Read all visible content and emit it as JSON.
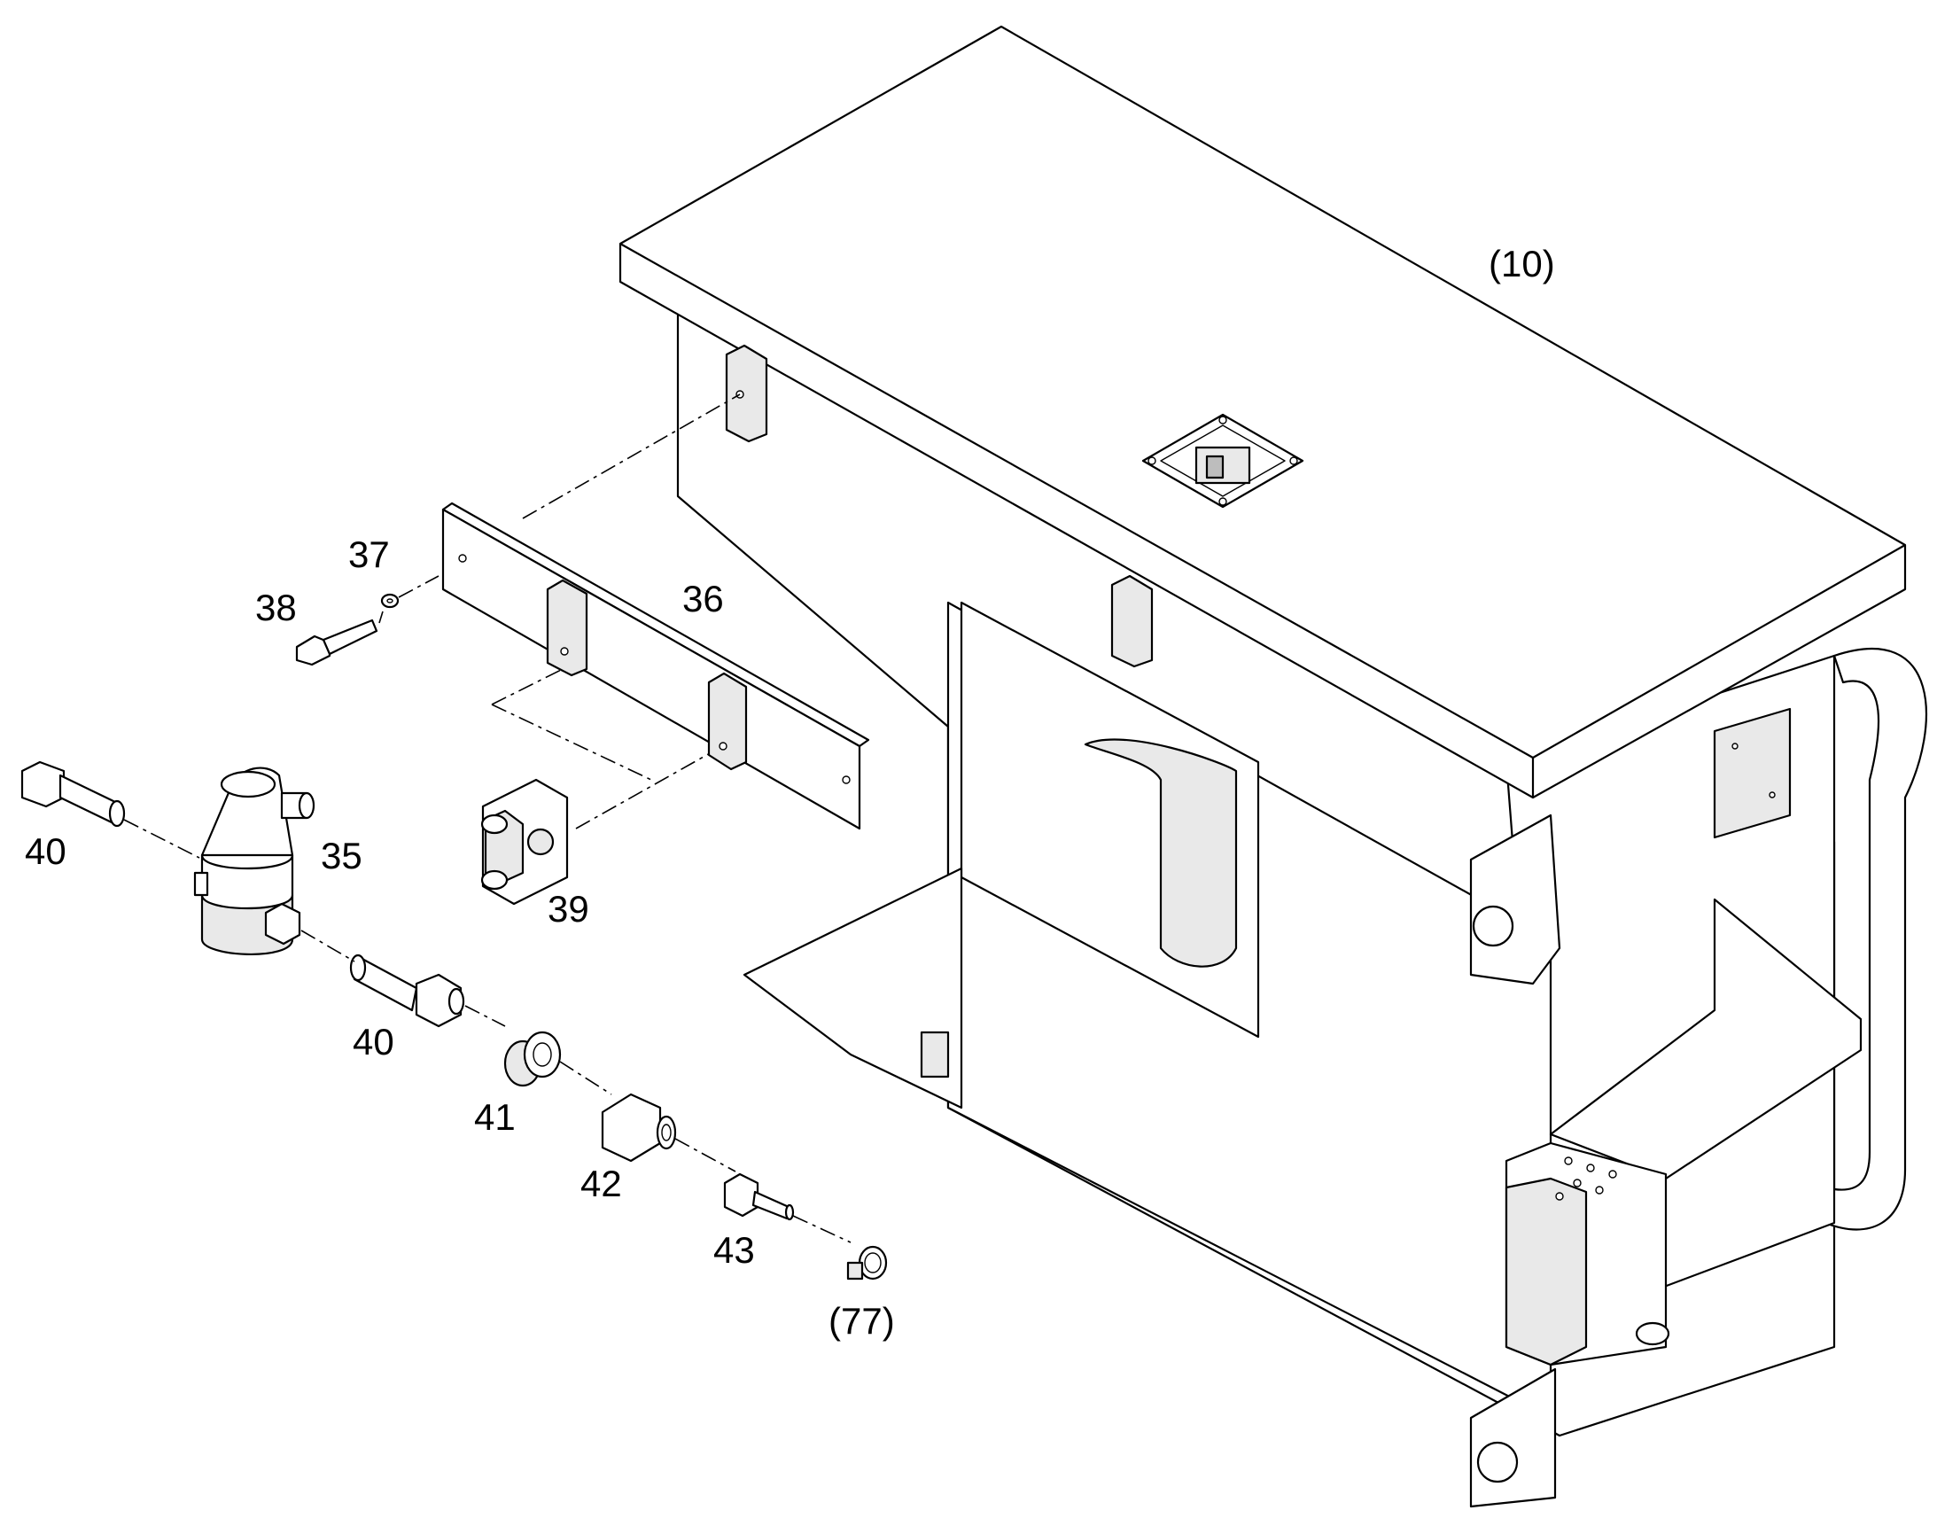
{
  "callouts": {
    "assembly": "(10)",
    "p35": "35",
    "p36": "36",
    "p37": "37",
    "p38": "38",
    "p39": "39",
    "p40_top": "40",
    "p40_bottom": "40",
    "p41": "41",
    "p42": "42",
    "p43": "43",
    "p77": "(77)"
  }
}
